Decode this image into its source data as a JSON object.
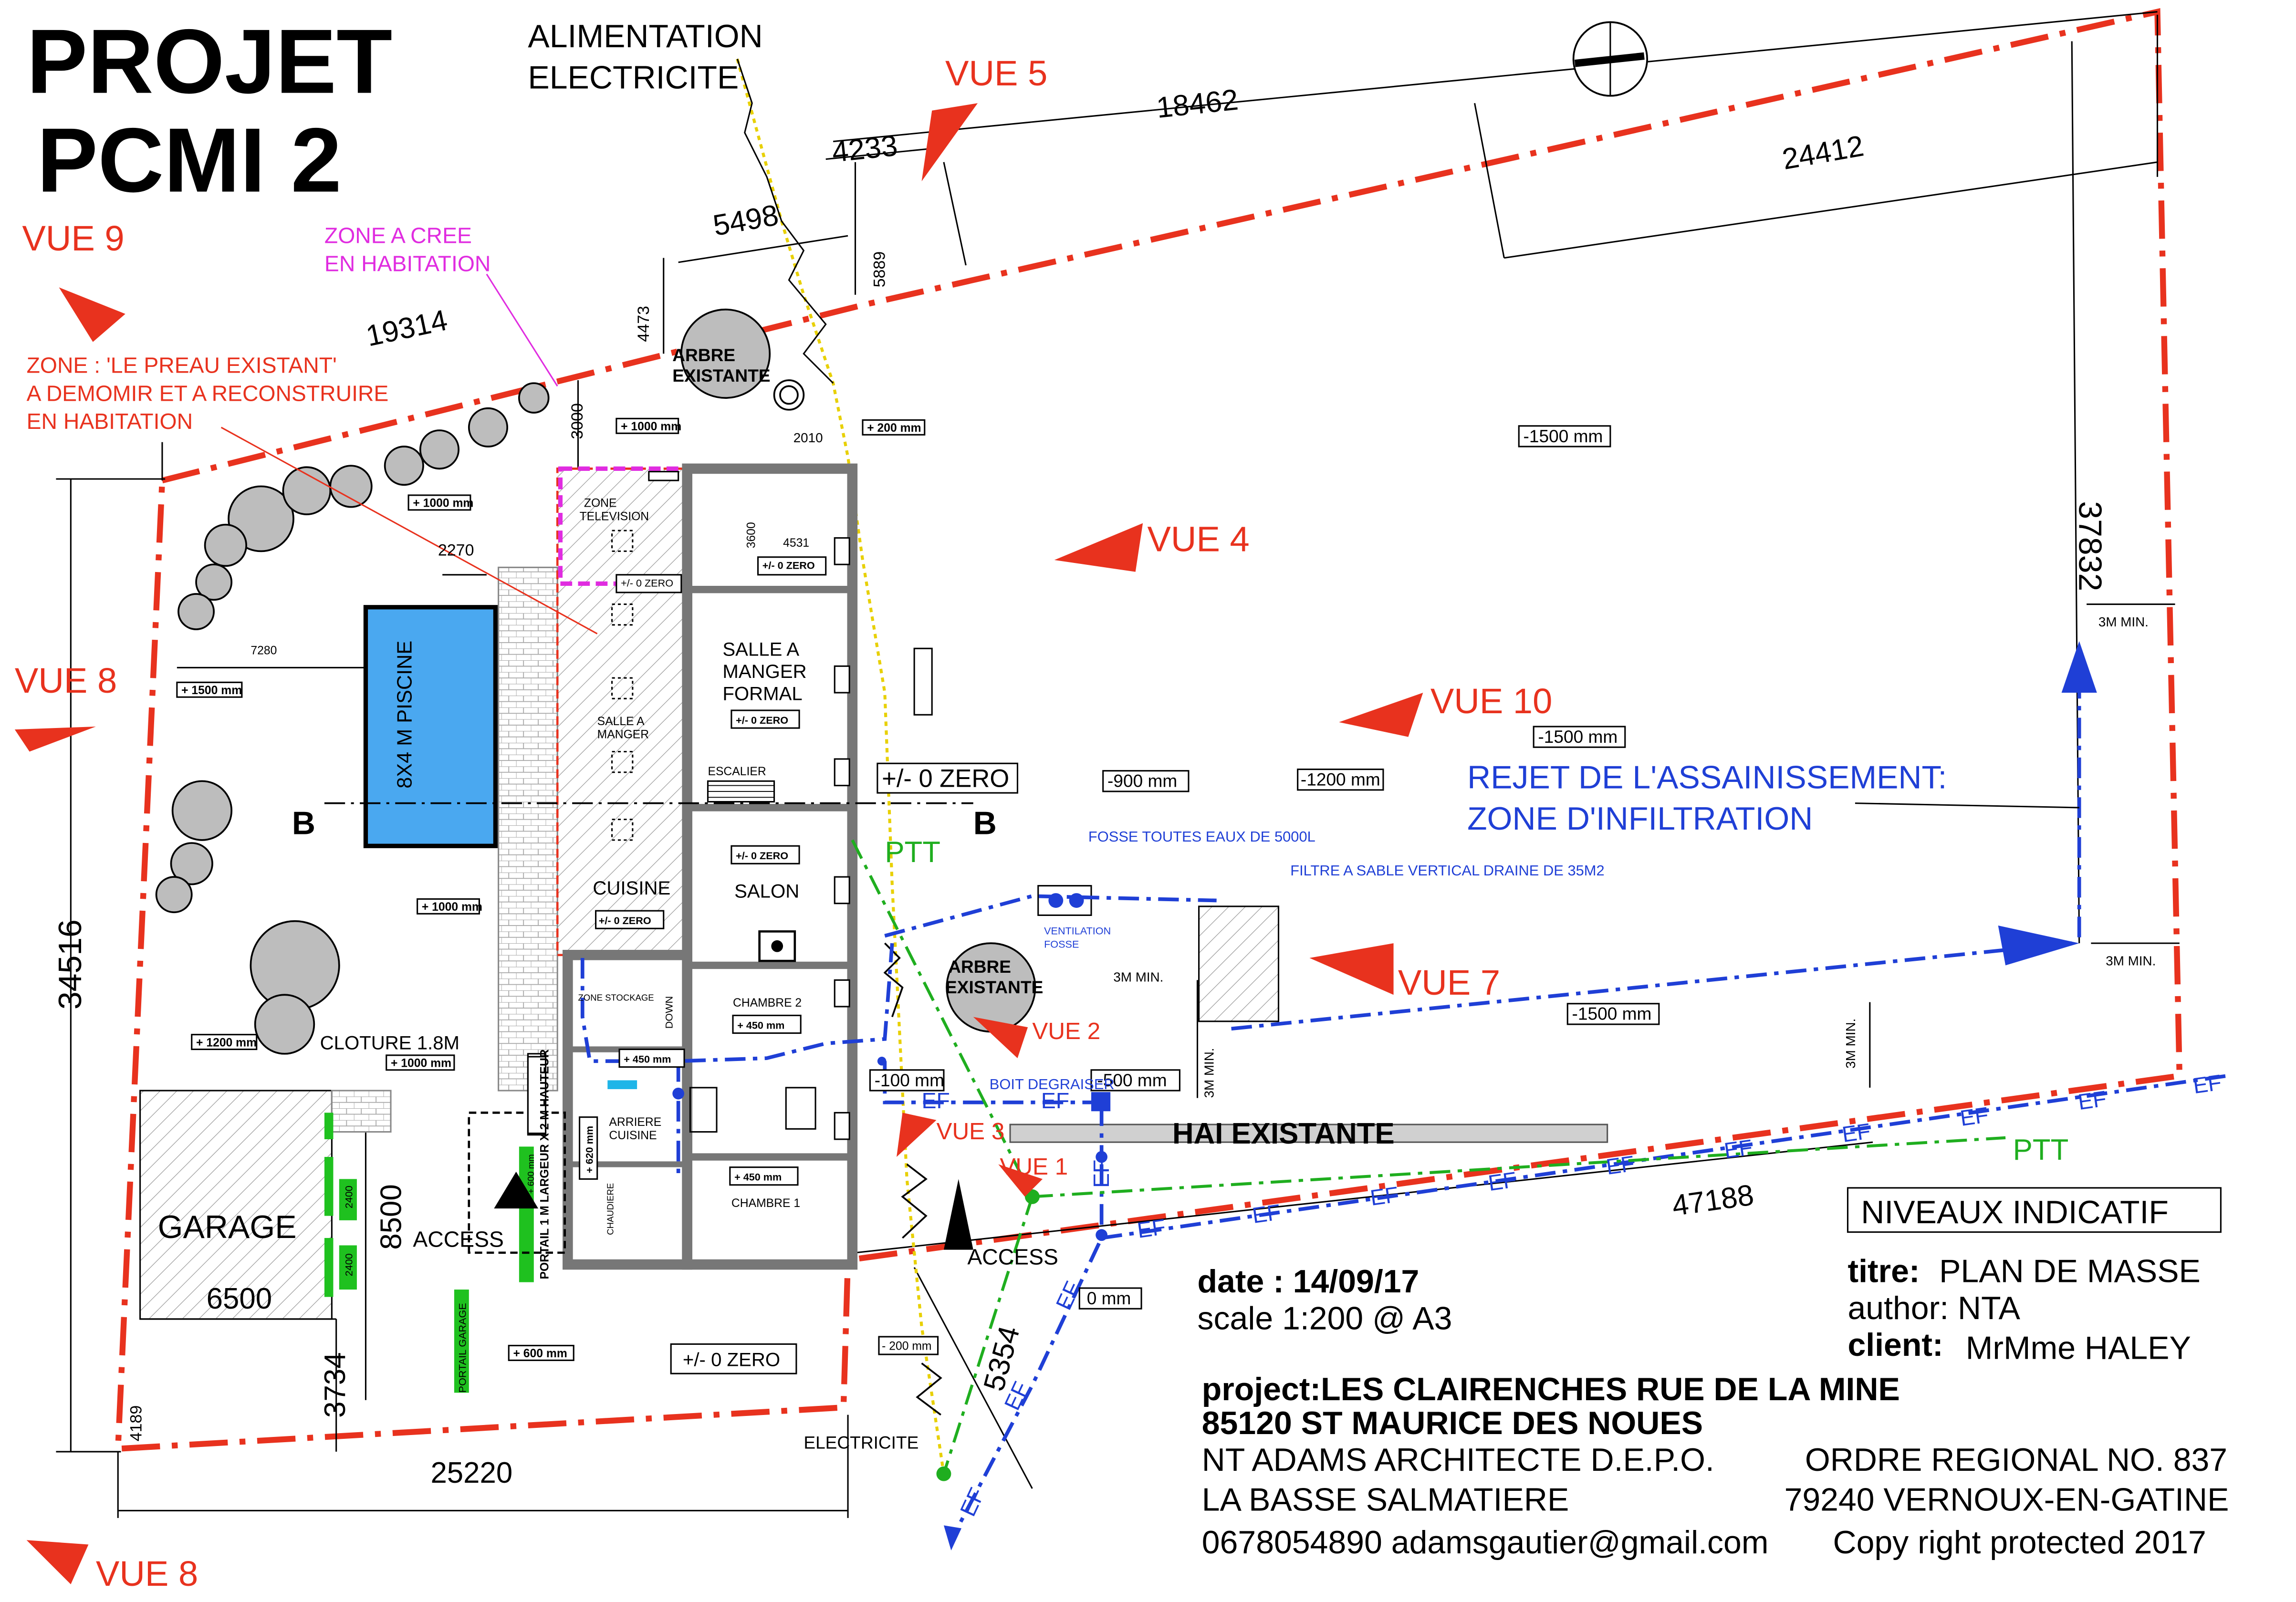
{
  "project_title": {
    "line1": "PROJET",
    "line2": "PCMI 2"
  },
  "alimentation": {
    "line1": "ALIMENTATION",
    "line2": "ELECTRICITE"
  },
  "views": {
    "vue5": "VUE 5",
    "vue9": "VUE 9",
    "vue4": "VUE 4",
    "vue8a": "VUE 8",
    "vue10": "VUE 10",
    "vue7": "VUE 7",
    "vue2": "VUE 2",
    "vue3": "VUE 3",
    "vue1": "VUE 1",
    "vue8b": "VUE 8"
  },
  "zones": {
    "zone_cree_1": "ZONE A CREE",
    "zone_cree_2": "EN HABITATION",
    "preau_1": "ZONE : 'LE PREAU EXISTANT'",
    "preau_2": "A DEMOMIR ET A RECONSTRUIRE",
    "preau_3": "EN HABITATION"
  },
  "dimensions": {
    "d4233": "4233",
    "d18462": "18462",
    "d24412": "24412",
    "d5498": "5498",
    "d5889": "5889",
    "d4473": "4473",
    "d19314": "19314",
    "d3000": "3000",
    "d2010": "2010",
    "d2270": "2270",
    "d3600": "3600",
    "d4531": "4531",
    "d7280": "7280",
    "d37832": "37832",
    "d34516": "34516",
    "d8500": "8500",
    "d6500": "6500",
    "d3734": "3734",
    "d4189": "4189",
    "d25220": "25220",
    "d5354": "5354",
    "d47188": "47188",
    "min3_a": "3M MIN.",
    "min3_b": "3M MIN.",
    "min3_c": "3M MIN.",
    "min3_d": "3M MIN.",
    "min3_e": "3M MIN."
  },
  "levels": {
    "l1000a": "+ 1000 mm",
    "l200": "+ 200 mm",
    "l1000b": "+ 1000 mm",
    "l1500": "+ 1500 mm",
    "l1000c": "+ 1000 mm",
    "l1200": "+ 1200 mm",
    "l1000d": "+ 1000 mm",
    "m1500a": "-1500 mm",
    "m1500b": "-1500 mm",
    "m900": "-900 mm",
    "m1200": "-1200 mm",
    "m1500c": "-1500 mm",
    "m100": "-100 mm",
    "m500": "-500 mm",
    "m200": "- 200 mm",
    "l600": "+ 600 mm",
    "zero_main": "+/- 0 ZERO",
    "zero_bottom": "+/- 0 ZERO",
    "m0_partial": "0 mm"
  },
  "rooms": {
    "zone_tv_1": "ZONE",
    "zone_tv_2": "TELEVISION",
    "zero_tv": "+/- 0 ZERO",
    "zero_top": "+/- 0 ZERO",
    "sam_formal_1": "SALLE A",
    "sam_formal_2": "MANGER",
    "sam_formal_3": "FORMAL",
    "zero_formal": "+/- 0 ZERO",
    "sam_1": "SALLE A",
    "sam_2": "MANGER",
    "escalier": "ESCALIER",
    "zero_salon": "+/- 0 ZERO",
    "salon": "SALON",
    "cuisine": "CUISINE",
    "zero_cuisine": "+/- 0 ZERO",
    "chambre2": "CHAMBRE 2",
    "plus450_c2": "+ 450 mm",
    "zone_stockage": "ZONE STOCKAGE",
    "down": "DOWN",
    "plus450_a": "+ 450 mm",
    "arriere_1": "ARRIERE",
    "arriere_2": "CUISINE",
    "plus620": "+ 620 mm",
    "chaudiere": "CHAUDIERE",
    "plus450_c1": "+ 450 mm",
    "chambre1": "CHAMBRE 1",
    "piscine": "8X4 M PISCINE",
    "garage": "GARAGE",
    "cloture": "CLOTURE 1.8M",
    "access_1": "ACCESS",
    "access_2": "ACCESS",
    "plus600": "+ 600 mm",
    "portail": "PORTAIL 1 M LARGEUR X 2 M HAUTEUR",
    "portail_garage": "PORTAIL GARAGE",
    "g2400a": "2400",
    "g2400b": "2400",
    "arbre_1a": "ARBRE",
    "arbre_1b": "EXISTANTE",
    "arbre_2a": "ARBRE",
    "arbre_2b": "EXISTANTE",
    "hai": "HAI EXISTANTE",
    "section_b_left": "B",
    "section_b_right": "B"
  },
  "utilities": {
    "ptt_1": "PTT",
    "ptt_2": "PTT",
    "fosse": "FOSSE TOUTES EAUX DE 5000L",
    "filtre": "FILTRE A SABLE VERTICAL DRAINE DE 35M2",
    "ventilation_1": "VENTILATION",
    "ventilation_2": "FOSSE",
    "rejet_1": "REJET DE L'ASSAINISSEMENT:",
    "rejet_2": "ZONE D'INFILTRATION",
    "degraiser": "BOIT DEGRAISER",
    "electricite": "ELECTRICITE",
    "ef": "EF"
  },
  "title_block": {
    "niveaux": "NIVEAUX INDICATIF",
    "titre_label": "titre:",
    "titre_value": "PLAN DE MASSE",
    "author": "author: NTA",
    "client_label": "client:",
    "client_value": "MrMme HALEY",
    "date": "date : 14/09/17",
    "scale": "scale 1:200 @ A3",
    "project_1": "project:LES CLAIRENCHES RUE DE LA MINE",
    "project_2": "85120 ST MAURICE DES NOUES",
    "architect": "NT ADAMS ARCHITECTE D.E.P.O.",
    "ordre": "ORDRE REGIONAL NO. 837",
    "addr_1": "LA BASSE SALMATIERE",
    "addr_2": "79240 VERNOUX-EN-GATINE",
    "phone_email": "0678054890 adamsgautier@gmail.com",
    "copyright": "Copy right protected 2017"
  },
  "colors": {
    "boundary": "#e8321e",
    "water": "#1f3fd6",
    "ptt": "#1fae1f",
    "zone": "#e02ce0",
    "pool": "#4aa8f0",
    "walls": "#777777"
  }
}
